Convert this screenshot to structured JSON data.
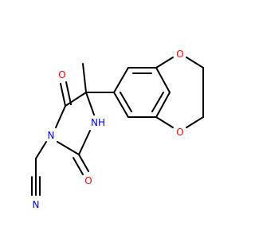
{
  "molecule": {
    "atom_labels": {
      "o_ring1": "O",
      "o_ring2": "O",
      "o_carbonyl_top": "O",
      "o_carbonyl_bottom": "O",
      "nh": "NH",
      "n_ring": "N",
      "n_nitrile": "N",
      "methyl": "CH3"
    },
    "colors": {
      "bond": "#000000",
      "oxygen": "#ff0000",
      "nitrogen": "#0000ff"
    }
  }
}
